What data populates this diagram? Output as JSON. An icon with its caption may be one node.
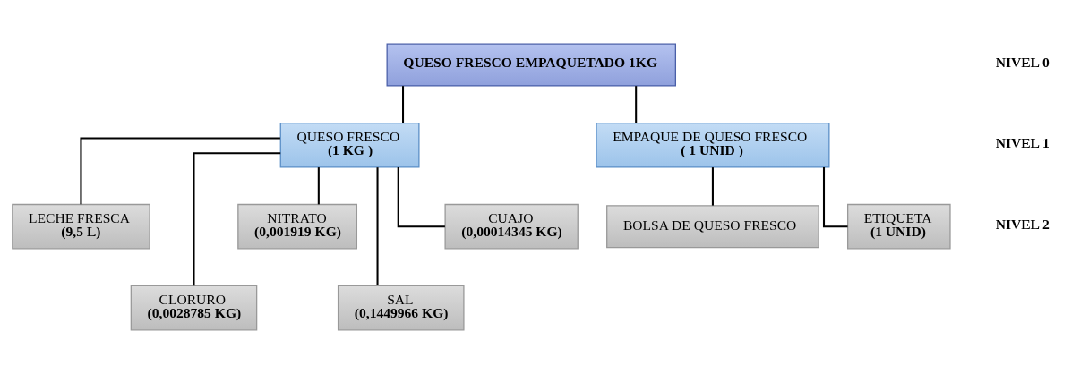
{
  "diagram": {
    "nodes": [
      {
        "text": [
          "QUESO FRESCO EMPAQUETADO 1KG"
        ]
      },
      {
        "text": [
          "QUESO FRESCO",
          "(1 KG )"
        ]
      },
      {
        "text": [
          "EMPAQUE DE QUESO FRESCO",
          "( 1 UNID )"
        ]
      },
      {
        "text": [
          "LECHE FRESCA",
          "(9,5 L)"
        ]
      },
      {
        "text": [
          "CLORURO",
          "(0,0028785 KG)"
        ]
      },
      {
        "text": [
          "NITRATO",
          "(0,001919 KG)"
        ]
      },
      {
        "text": [
          "SAL",
          "(0,1449966 KG)"
        ]
      },
      {
        "text": [
          "CUAJO",
          "(0,00014345 KG)"
        ]
      },
      {
        "text": [
          "BOLSA DE QUESO FRESCO"
        ]
      },
      {
        "text": [
          "ETIQUETA",
          "(1 UNID)"
        ]
      }
    ],
    "edges": [
      {
        "from": 0,
        "to": 1,
        "arrow": "none"
      },
      {
        "from": 0,
        "to": 2,
        "arrow": "none"
      },
      {
        "from": 1,
        "to": 3,
        "arrow": "none"
      },
      {
        "from": 1,
        "to": 4,
        "arrow": "none"
      },
      {
        "from": 1,
        "to": 5,
        "arrow": "none"
      },
      {
        "from": 1,
        "to": 6,
        "arrow": "none"
      },
      {
        "from": 1,
        "to": 7,
        "arrow": "none"
      },
      {
        "from": 2,
        "to": 8,
        "arrow": "none"
      },
      {
        "from": 2,
        "to": 9,
        "arrow": "none"
      }
    ],
    "labels": [
      "NIVEL 0",
      "NIVEL 1",
      "NIVEL 2"
    ]
  }
}
